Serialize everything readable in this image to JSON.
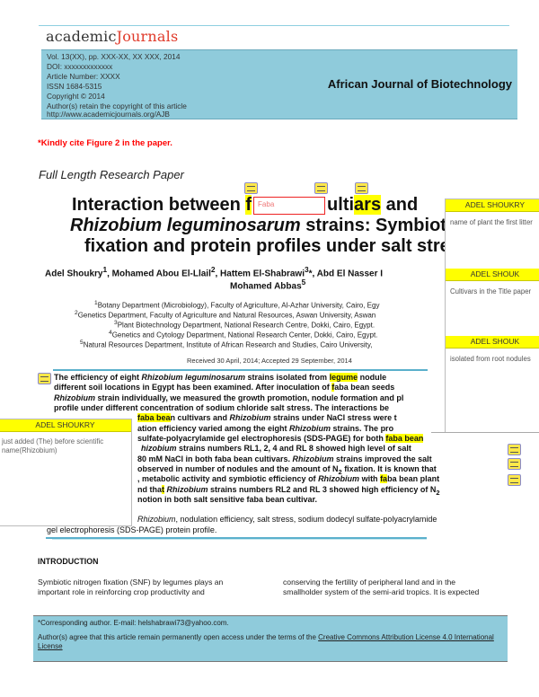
{
  "header": {
    "logo_a": "academic",
    "logo_b": "Journals",
    "meta": [
      "Vol. 13(XX), pp. XXX-XX, XX XXX, 2014",
      "DOI: xxxxxxxxxxxxx",
      "Article Number: XXXX",
      "ISSN 1684-5315",
      "Copyright © 2014",
      "Author(s) retain the copyright of this article",
      "http://www.academicjournals.org/AJB"
    ],
    "journal": "African Journal of Biotechnology"
  },
  "cite_note": "*Kindly cite Figure 2 in the paper.",
  "paper_type": "Full Length Research Paper",
  "title": {
    "l1a": "Interaction between ",
    "l1_hl1": "f",
    "l1_edit": "Faba",
    "l1b": "ulti",
    "l1_hl2": "ars",
    "l1c": " and",
    "l2a": "Rhizobium leguminosarum",
    "l2b": " strains: Symbiot",
    "l3": "fixation and protein profiles under salt stre"
  },
  "authors": {
    "l1": "Adel Shoukry<sup>1</sup>, Mohamed Abou El-Llail<sup>2</sup>, Hattem El-Shabrawi<sup>3</sup>*, Abd El Nasser I",
    "l2": "Mohamed Abbas<sup>5</sup>"
  },
  "affiliations": [
    "<sup>1</sup>Botany Department (Microbiology), Faculty of Agriculture, Al-Azhar University, Cairo, Egy",
    "<sup>2</sup>Genetics Department, Faculty of Agriculture and Natural Resources, Aswan University, Aswan",
    "<sup>3</sup>Plant Biotechnology Department, National Research Centre, Dokki, Cairo, Egypt.",
    "<sup>4</sup>Genetics and Cytology Department, National Research Center, Dokki, Cairo, Egypt.",
    "<sup>5</sup>Natural Resources Department, Institute of African Research and Studies, Cairo University,"
  ],
  "received": "Received 30 April, 2014; Accepted 29 September, 2014",
  "abstract": [
    "The efficiency of eight <i>Rhizobium leguminosarum</i> strains isolated from <span class='hl'>legume</span> nodule",
    "different soil locations in Egypt has been examined. After inoculation of <span class='hl'>f</span>aba bean seeds",
    "<i>Rhizobium</i> strain individually, we measured the growth promotion, nodule formation and pl",
    "profile under different concentration of sodium chloride salt stress. The interactions be",
    "<span class='hl'>faba bea</span>n cultivars and <i>Rhizobium</i> strains under NaCl stress were t",
    "ation efficiency varied among the eight <i>Rhizobium</i> strains. The pro",
    "sulfate-polyacrylamide gel electrophoresis (SDS-PAGE) for both <span class='hl'>faba bean</span>",
    "<i>hizobium</i> strains numbers RL1, 2, 4 and RL 8 showed high level of salt",
    "80 mM NaCl in both faba bean cultivars. <i>Rhizobium</i> strains improved the salt",
    "observed in number of nodules and the amount of N<sub>2</sub> fixation. It is known that",
    ", metabolic activity and symbiotic efficiency of <i>Rhizobium</i> with <span class='hl'>fa</span>ba bean plant",
    "nd tha<span class='hl'>t</span> <i>Rhizobium</i> strains numbers RL2 and RL 3 showed high efficiency of N<sub>2</sub>",
    "notion in both salt sensitive faba bean cultivar."
  ],
  "keywords": [
    "<i>Rhizobium</i>, nodulation efficiency, salt stress, sodium dodecyl sulfate-polyacrylamide",
    "gel electrophoresis (SDS-PAGE) protein profile."
  ],
  "intro": {
    "heading": "INTRODUCTION",
    "left": [
      "Symbiotic nitrogen fixation (SNF) by legumes plays an",
      "important role in reinforcing crop productivity and"
    ],
    "right": [
      "conserving the fertility of peripheral land and in the",
      "smallholder system of the semi-arid tropics. It is expected"
    ]
  },
  "footnote": {
    "corresponding": "*Corresponding author. E-mail: helshabrawi73@yahoo.com.",
    "license_text": "Author(s) agree that this article remain permanently open access under the terms of the ",
    "license_link": "Creative Commons Attribution License 4.0 International License"
  },
  "comments": [
    {
      "author": "ADEL SHOUKRY",
      "text": "name of plant the first litter"
    },
    {
      "author": "ADEL SHOUK",
      "text": "Cultivars in the Title paper"
    },
    {
      "author": "ADEL SHOUK",
      "text": "isolated from root nodules"
    },
    {
      "author": "ADEL SHOUKRY",
      "text": "just added (The) before scientific name(Rhizobium)"
    }
  ],
  "colors": {
    "highlight": "#ffff00",
    "header_band": "#8fcbdb",
    "logo_accent": "#e03a2a",
    "cite_note": "#ff0000"
  }
}
